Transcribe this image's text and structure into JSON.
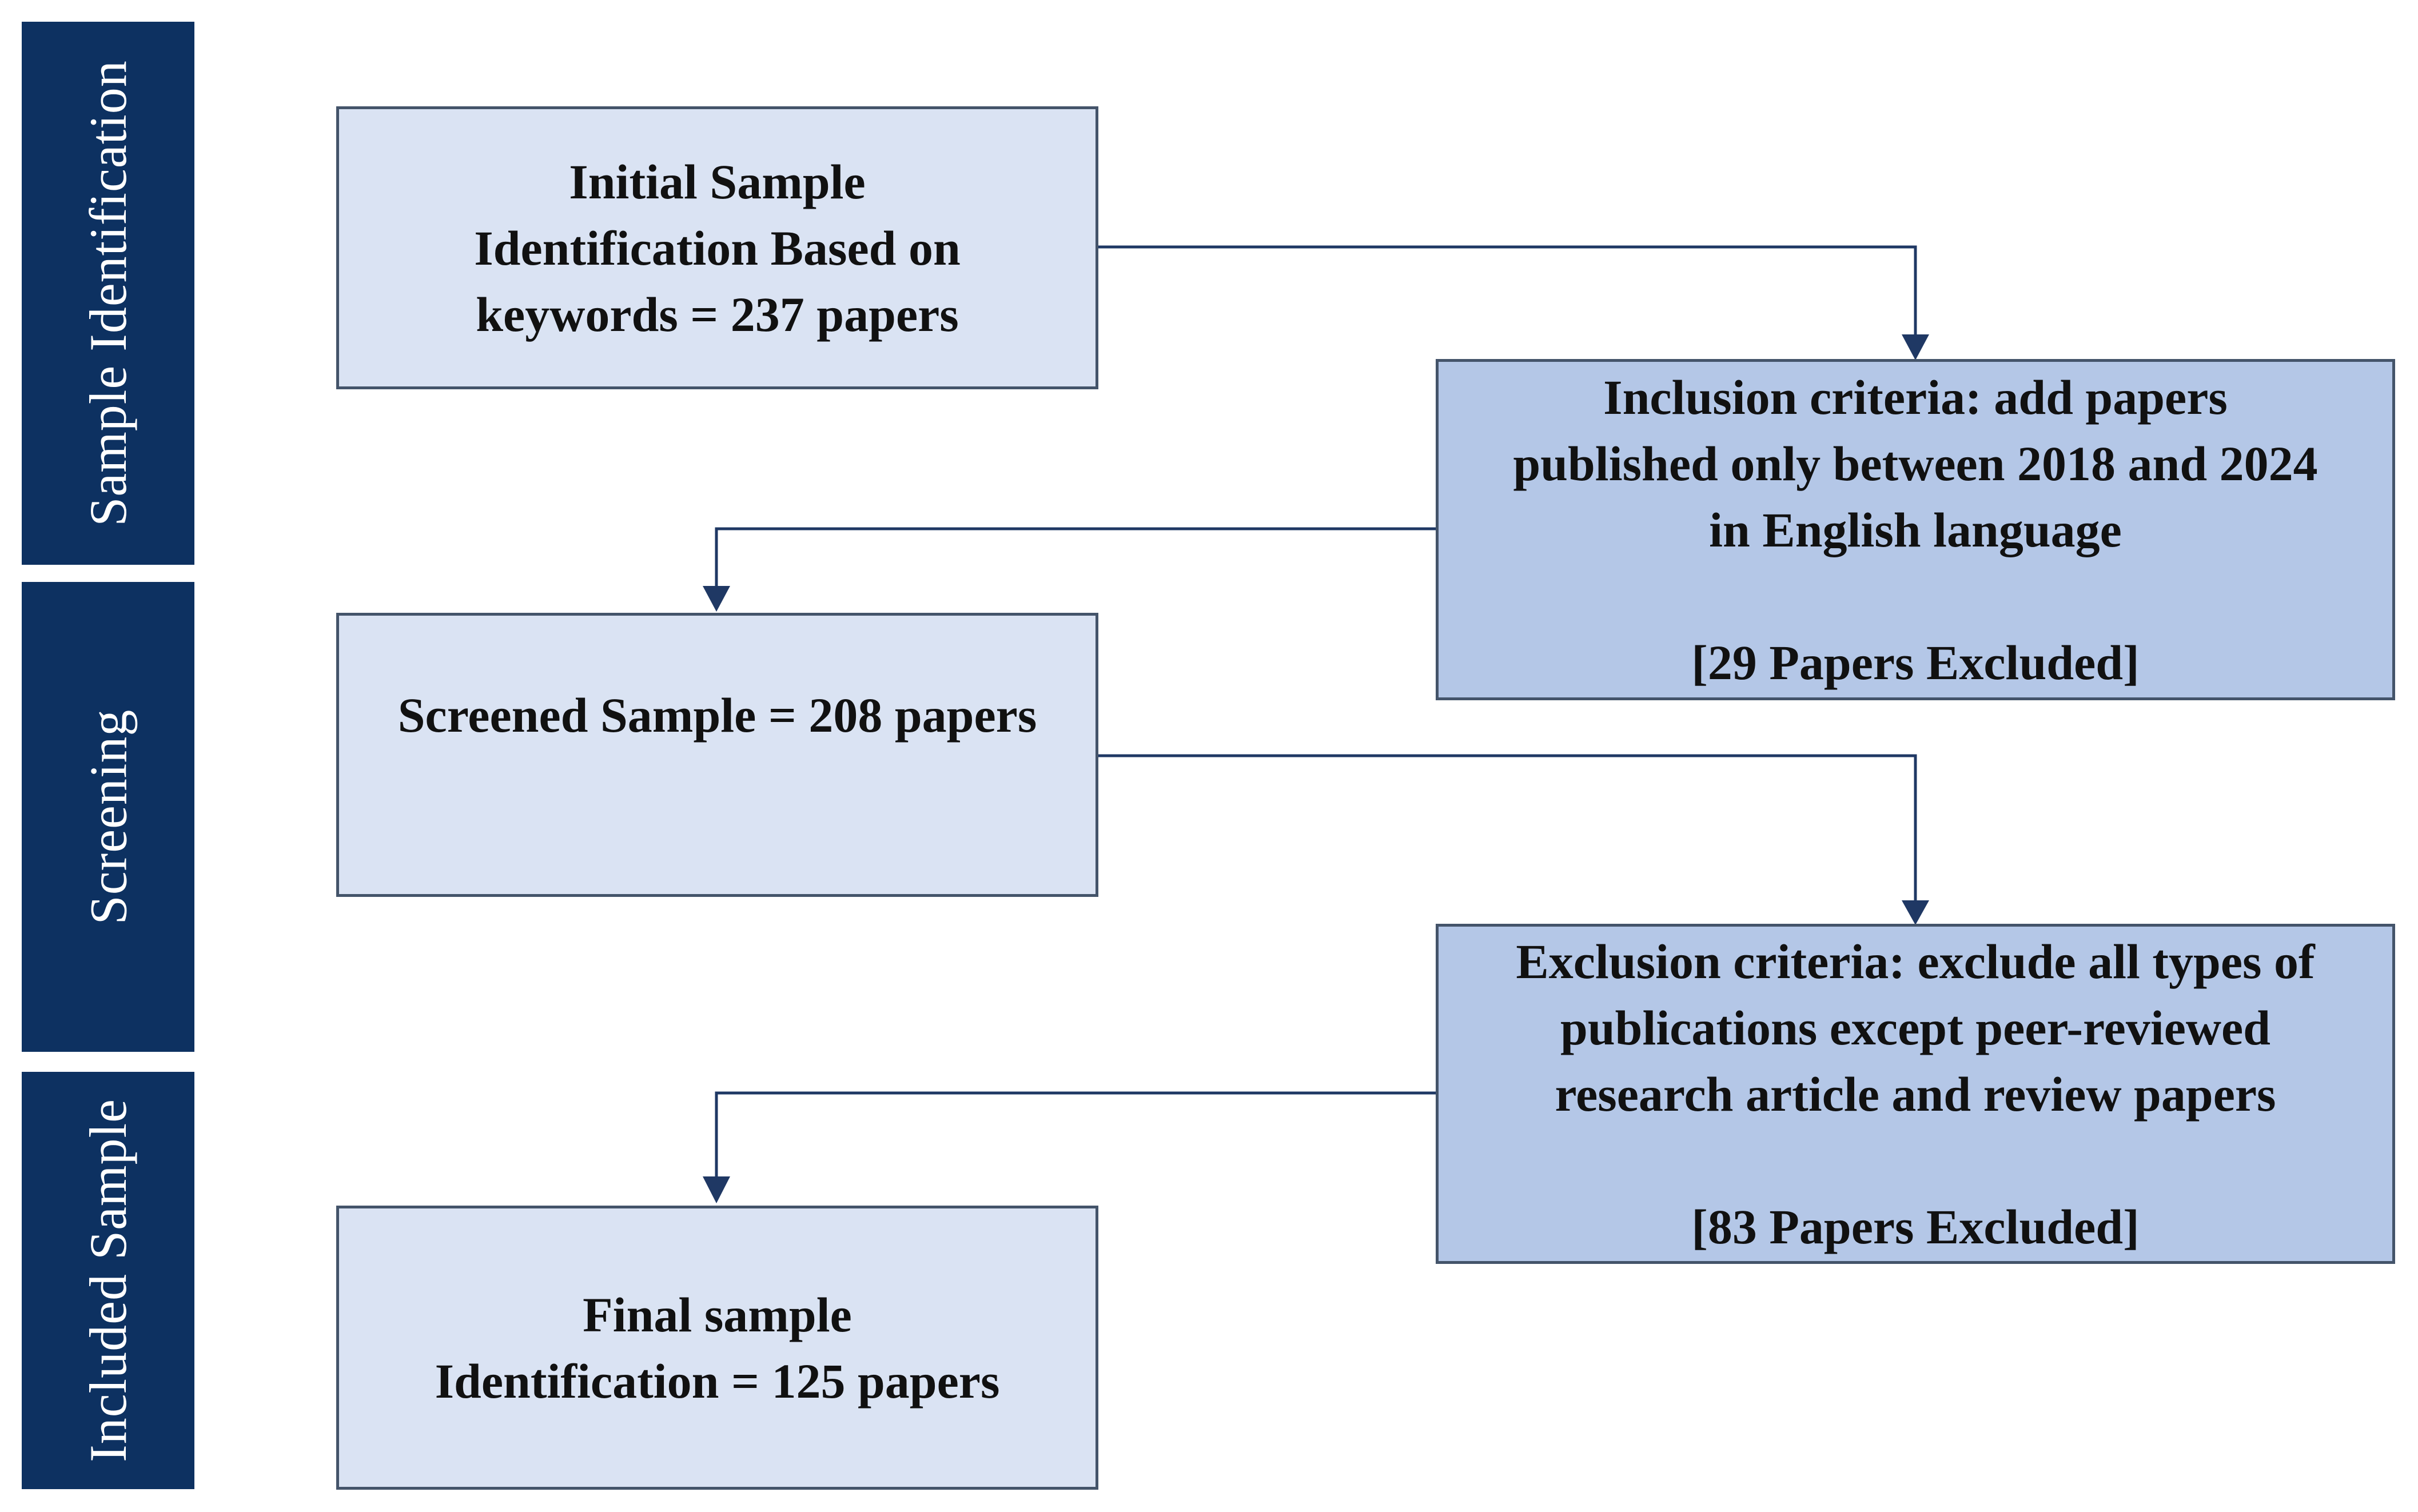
{
  "stages": [
    {
      "label": "Sample Identification"
    },
    {
      "label": "Screening"
    },
    {
      "label": "Included Sample"
    }
  ],
  "boxes": {
    "initial": {
      "lines": [
        "Initial Sample",
        "Identification Based on",
        "keywords = 237 papers"
      ]
    },
    "inclusion": {
      "lines": [
        "Inclusion criteria: add papers",
        "published only between 2018 and 2024",
        "in English language"
      ],
      "note": "[29 Papers Excluded]"
    },
    "screened": {
      "lines": [
        "Screened Sample = 208 papers"
      ]
    },
    "exclusion": {
      "lines": [
        "Exclusion criteria: exclude all types of",
        "publications except peer-reviewed",
        "research article and review papers"
      ],
      "note": "[83 Papers Excluded]"
    },
    "final": {
      "lines": [
        "Final sample",
        "Identification = 125 papers"
      ]
    }
  },
  "colors": {
    "stage_band": "#0d3161",
    "box_light": "#dae3f3",
    "box_dark": "#b4c7e7",
    "box_border": "#44546a",
    "connector": "#1f3864"
  }
}
